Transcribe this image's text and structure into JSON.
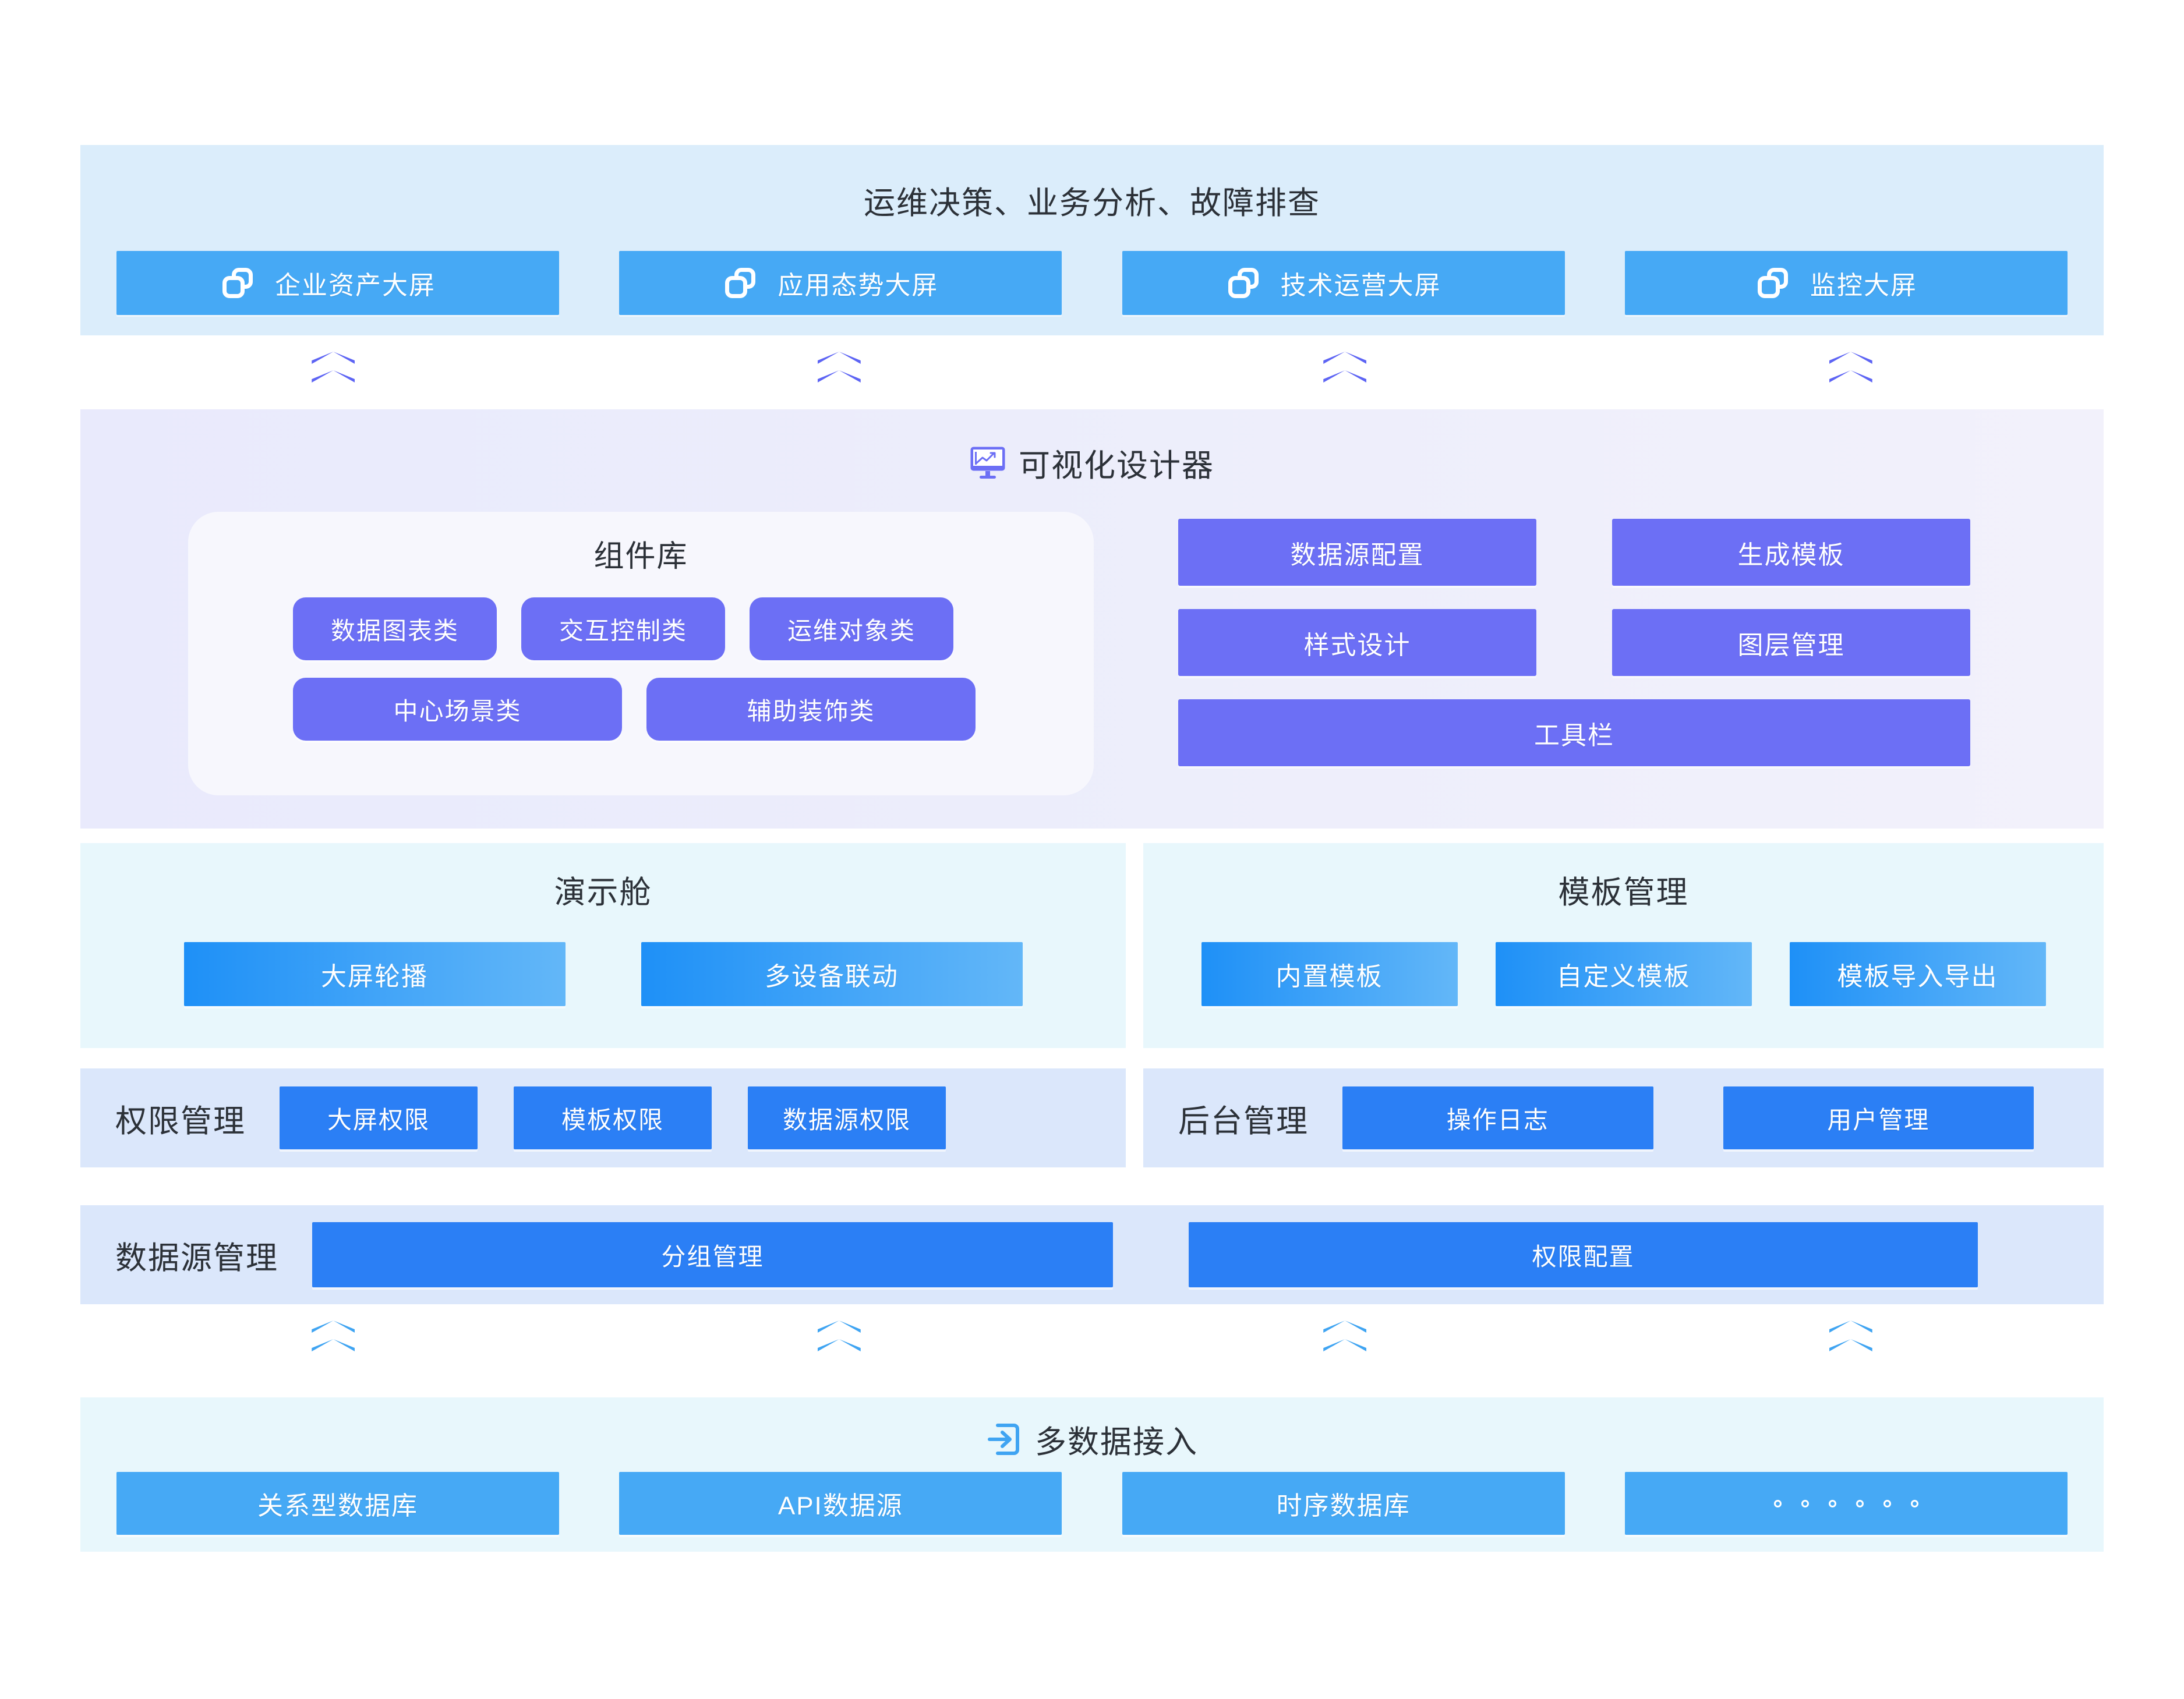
{
  "screens_band": {
    "title": "运维决策、业务分析、故障排查",
    "tiles": [
      {
        "label": "企业资产大屏",
        "icon": "stack-icon"
      },
      {
        "label": "应用态势大屏",
        "icon": "stack-icon"
      },
      {
        "label": "技术运营大屏",
        "icon": "stack-icon"
      },
      {
        "label": "监控大屏",
        "icon": "stack-icon"
      }
    ]
  },
  "designer": {
    "title": "可视化设计器",
    "icon": "monitor-chart-icon",
    "component_library": {
      "title": "组件库",
      "row1": [
        "数据图表类",
        "交互控制类",
        "运维对象类"
      ],
      "row2": [
        "中心场景类",
        "辅助装饰类"
      ]
    },
    "tools": {
      "row1": [
        "数据源配置",
        "生成模板"
      ],
      "row2": [
        "样式设计",
        "图层管理"
      ],
      "wide": "工具栏"
    }
  },
  "demo": {
    "title": "演示舱",
    "tiles": [
      "大屏轮播",
      "多设备联动"
    ]
  },
  "template": {
    "title": "模板管理",
    "tiles": [
      "内置模板",
      "自定义模板",
      "模板导入导出"
    ]
  },
  "permission": {
    "title": "权限管理",
    "tiles": [
      "大屏权限",
      "模板权限",
      "数据源权限"
    ]
  },
  "backend": {
    "title": "后台管理",
    "tiles": [
      "操作日志",
      "用户管理"
    ]
  },
  "datasource_mgmt": {
    "title": "数据源管理",
    "tiles": [
      "分组管理",
      "权限配置"
    ]
  },
  "data_access": {
    "title": "多数据接入",
    "icon": "import-arrow-icon",
    "tiles": [
      "关系型数据库",
      "API数据源",
      "时序数据库",
      "。。。。。。"
    ]
  },
  "colors": {
    "screen_band_bg": "#dbedfb",
    "designer_bg_start": "#e9eafc",
    "designer_bg_end": "#f2f1fb",
    "mid_band_bg": "#e8f7fc",
    "perm_band_bg": "#dbe7fb",
    "tile_blue": "#46a9f5",
    "tile_solid_blue": "#2b7ff5",
    "tile_purple": "#6c6ff5",
    "gradient_start": "#1e90f7",
    "gradient_end": "#63b7f8",
    "chevron_purple": "#5d64f4",
    "chevron_blue": "#3fa4f2",
    "title_text": "#2c3138"
  }
}
